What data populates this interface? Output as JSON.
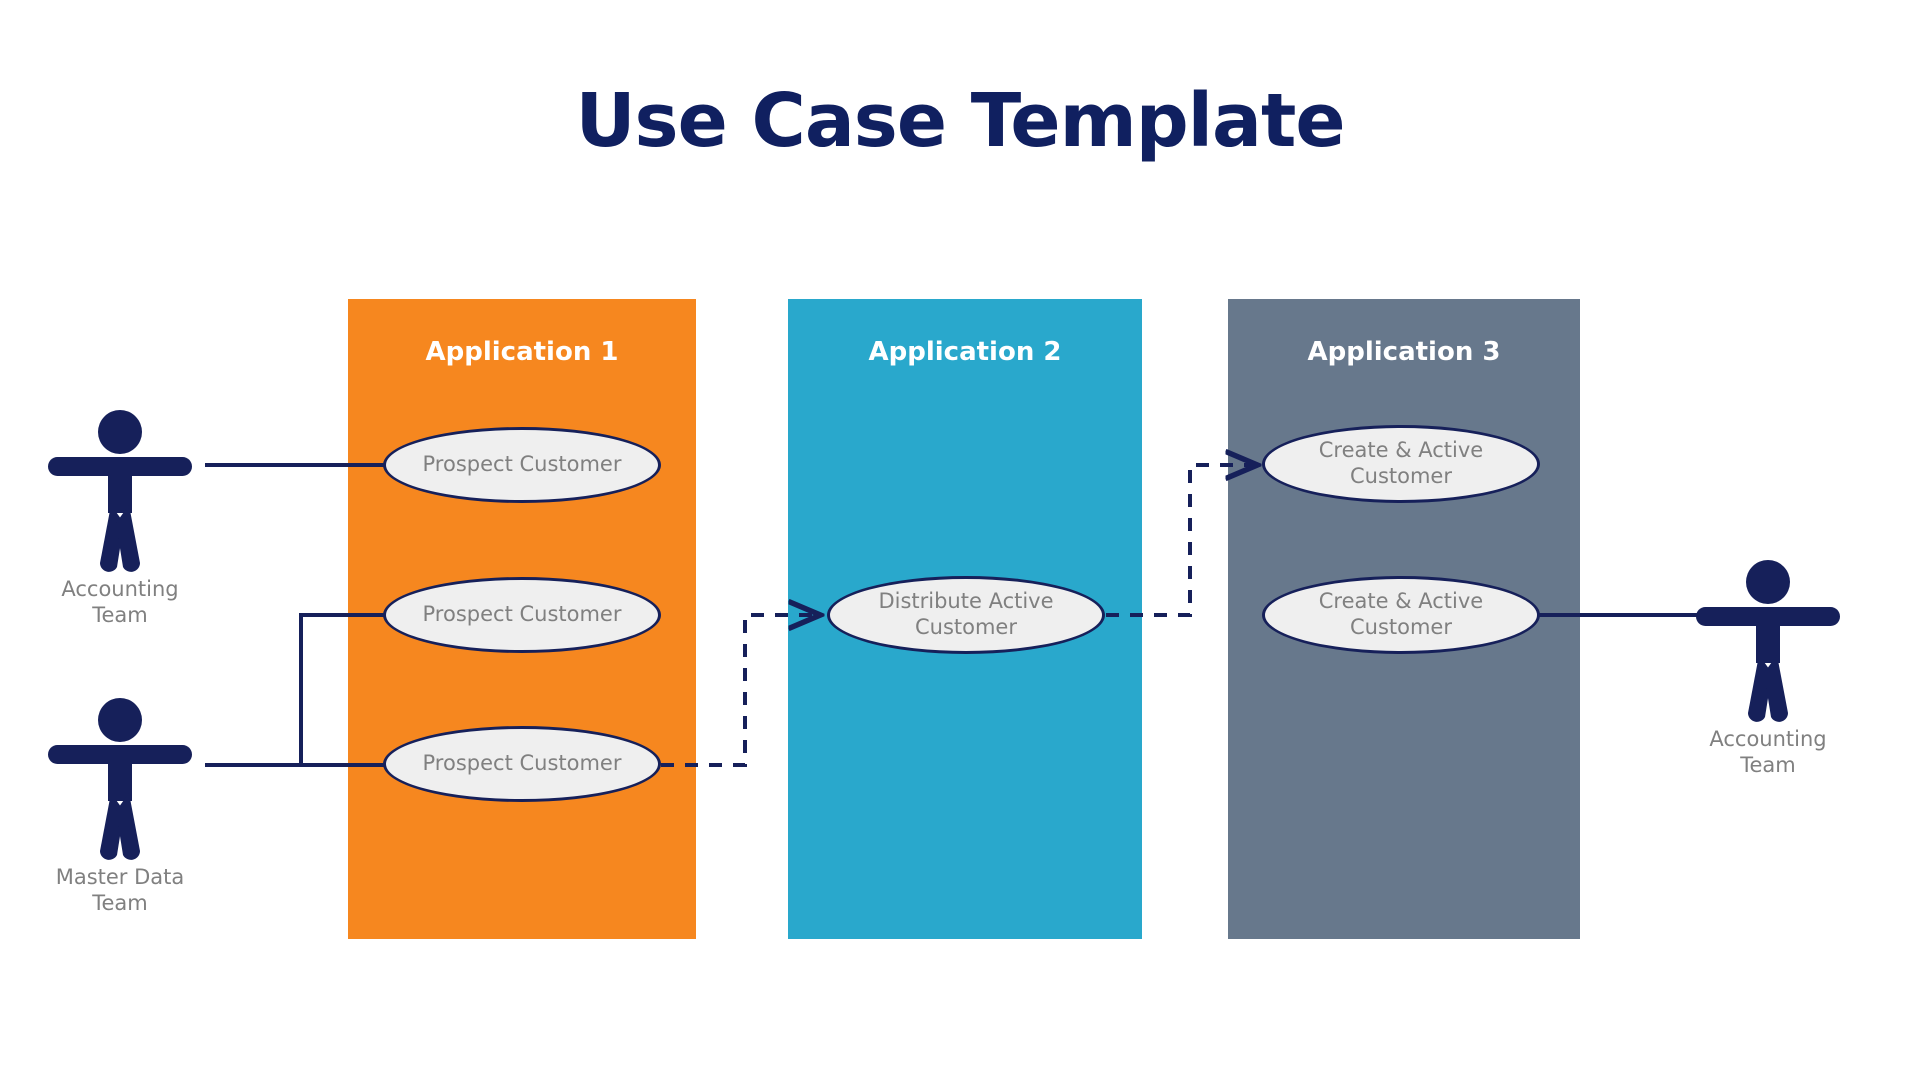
{
  "title": "Use Case Template",
  "theme": {
    "navy": "#16205A",
    "title_color": "#102060",
    "app1_color": "#F6871F",
    "app2_color": "#29A8CC",
    "app3_color": "#67788C",
    "ellipse_fill": "#EFEFEF",
    "ellipse_text": "#808080",
    "background": "#FFFFFF"
  },
  "lanes": [
    {
      "id": "application-1",
      "label": "Application 1",
      "color": "#F6871F"
    },
    {
      "id": "application-2",
      "label": "Application 2",
      "color": "#29A8CC"
    },
    {
      "id": "application-3",
      "label": "Application 3",
      "color": "#67788C"
    }
  ],
  "use_cases": [
    {
      "id": "uc-1",
      "lane": "application-1",
      "label": "Prospect Customer"
    },
    {
      "id": "uc-2",
      "lane": "application-1",
      "label": "Prospect Customer"
    },
    {
      "id": "uc-3",
      "lane": "application-1",
      "label": "Prospect Customer"
    },
    {
      "id": "uc-4",
      "lane": "application-2",
      "label": "Distribute Active Customer"
    },
    {
      "id": "uc-5",
      "lane": "application-3",
      "label": "Create & Active Customer"
    },
    {
      "id": "uc-6",
      "lane": "application-3",
      "label": "Create & Active Customer"
    }
  ],
  "actors": [
    {
      "id": "actor-accounting-left",
      "label": "Accounting\nTeam",
      "icon": "actor-stick-figure-icon"
    },
    {
      "id": "actor-masterdata-left",
      "label": "Master Data\nTeam",
      "icon": "actor-stick-figure-icon"
    },
    {
      "id": "actor-accounting-right",
      "label": "Accounting\nTeam",
      "icon": "actor-stick-figure-icon"
    }
  ],
  "connections": [
    {
      "id": "conn-accounting-to-uc1",
      "from": "actor-accounting-left",
      "to": "uc-1",
      "style": "solid",
      "arrow": false
    },
    {
      "id": "conn-masterdata-to-uc2",
      "from": "actor-masterdata-left",
      "to": "uc-2",
      "style": "solid",
      "arrow": false
    },
    {
      "id": "conn-masterdata-to-uc3",
      "from": "actor-masterdata-left",
      "to": "uc-3",
      "style": "solid",
      "arrow": false
    },
    {
      "id": "conn-uc3-to-uc4",
      "from": "uc-3",
      "to": "uc-4",
      "style": "dashed",
      "arrow": true
    },
    {
      "id": "conn-uc4-to-uc5",
      "from": "uc-4",
      "to": "uc-5",
      "style": "dashed",
      "arrow": true
    },
    {
      "id": "conn-uc6-to-accounting",
      "from": "uc-6",
      "to": "actor-accounting-right",
      "style": "solid",
      "arrow": false
    }
  ]
}
